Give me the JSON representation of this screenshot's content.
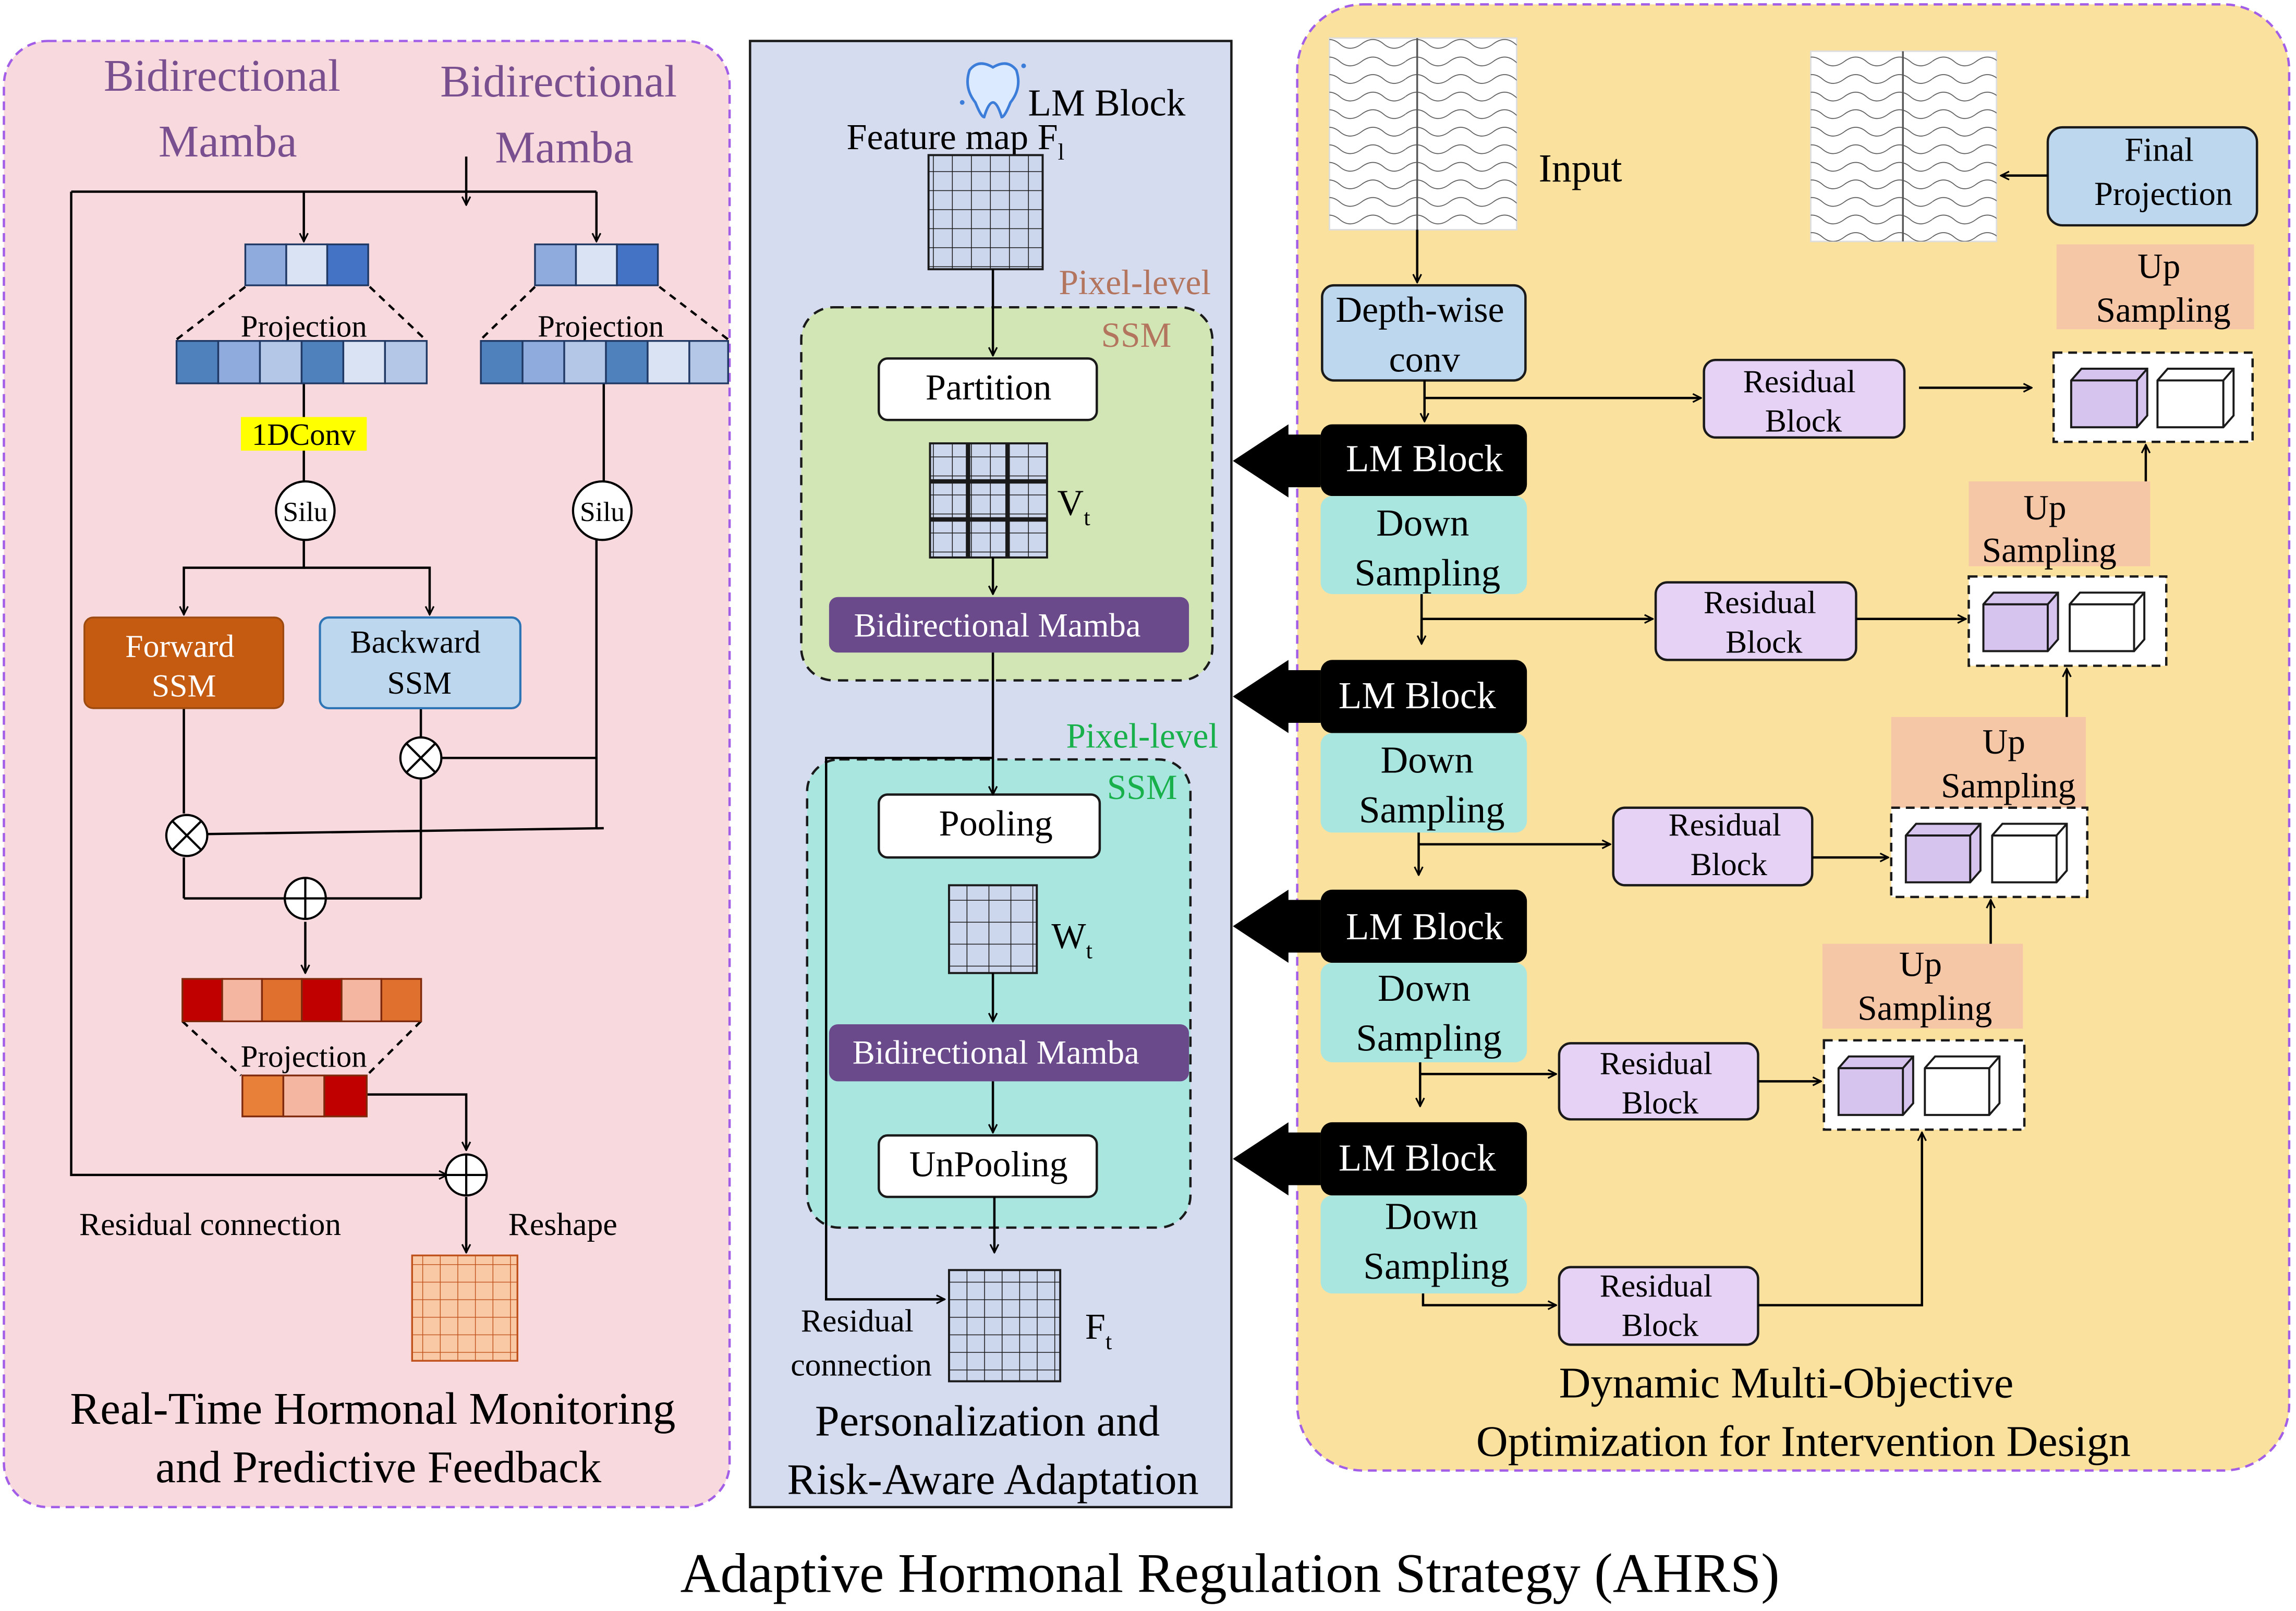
{
  "title": "Adaptive Hormonal Regulation Strategy (AHRS)",
  "colors": {
    "left_panel_bg": "#f8d9de",
    "middle_panel_bg": "#d5dcf0",
    "right_panel_bg": "#fbe19e",
    "panel_dash_border": "#a35ee8",
    "pixel_ssm_green": "#d2e6b5",
    "pixel_ssm_cyan": "#a9e6e0",
    "mamba_purple": "#6b4a8c",
    "forward_ssm": "#c55a11",
    "backward_ssm": "#bdd7ee",
    "depthwise_conv": "#bdd7ee",
    "residual_block": "#e6d2f5",
    "up_sampling": "#f6c7a6",
    "down_sampling": "#a9e6e0",
    "lm_block": "#000000",
    "conv_highlight": "#ffff00"
  },
  "left_panel": {
    "mamba_title_left": [
      "Bidirectional",
      "Mamba"
    ],
    "mamba_title_right": [
      "Bidirectional",
      "Mamba"
    ],
    "projection_left": "Projection",
    "projection_right": "Projection",
    "conv_label": "1DConv",
    "silu_left": "Silu",
    "silu_right": "Silu",
    "forward_ssm": [
      "Forward",
      "SSM"
    ],
    "backward_ssm": [
      "Backward",
      "SSM"
    ],
    "projection_bottom": "Projection",
    "residual_label": "Residual connection",
    "reshape_label": "Reshape",
    "caption": [
      "Real-Time Hormonal Monitoring",
      "and Predictive Feedback"
    ]
  },
  "middle_panel": {
    "icon": "tooth-icon",
    "lm_block": "LM Block",
    "feature_map_label": "Feature map F",
    "feature_map_sub": "l",
    "pixel_ssm_top": [
      "Pixel-level",
      "SSM"
    ],
    "partition": "Partition",
    "vt_label": "V",
    "vt_sub": "t",
    "mamba_top": "Bidirectional Mamba",
    "pixel_ssm_bottom": [
      "Pixel-level",
      "SSM"
    ],
    "pooling": "Pooling",
    "wt_label": "W",
    "wt_sub": "t",
    "mamba_bottom": "Bidirectional Mamba",
    "unpooling": "UnPooling",
    "residual_label": [
      "Residual",
      "connection"
    ],
    "ft_label": "F",
    "ft_sub": "t",
    "caption": [
      "Personalization and",
      "Risk-Aware Adaptation"
    ]
  },
  "right_panel": {
    "input_label": "Input",
    "final_projection": [
      "Final",
      "Projection"
    ],
    "depthwise": [
      "Depth-wise",
      "conv"
    ],
    "lm_blocks": [
      "LM Block",
      "LM Block",
      "LM Block",
      "LM Block"
    ],
    "down_sampling": [
      [
        "Down",
        "Sampling"
      ],
      [
        "Down",
        "Sampling"
      ],
      [
        "Down",
        "Sampling"
      ],
      [
        "Down",
        "Sampling"
      ]
    ],
    "residual_blocks": [
      [
        "Residual",
        "Block"
      ],
      [
        "Residual",
        "Block"
      ],
      [
        "Residual",
        "Block"
      ],
      [
        "Residual",
        "Block"
      ],
      [
        "Residual",
        "Block"
      ]
    ],
    "up_sampling": [
      [
        "Up",
        "Sampling"
      ],
      [
        "Up",
        "Sampling"
      ],
      [
        "Up",
        "Sampling"
      ],
      [
        "Up",
        "Sampling"
      ]
    ],
    "caption": [
      "Dynamic Multi-Objective",
      "Optimization for Intervention Design"
    ]
  }
}
